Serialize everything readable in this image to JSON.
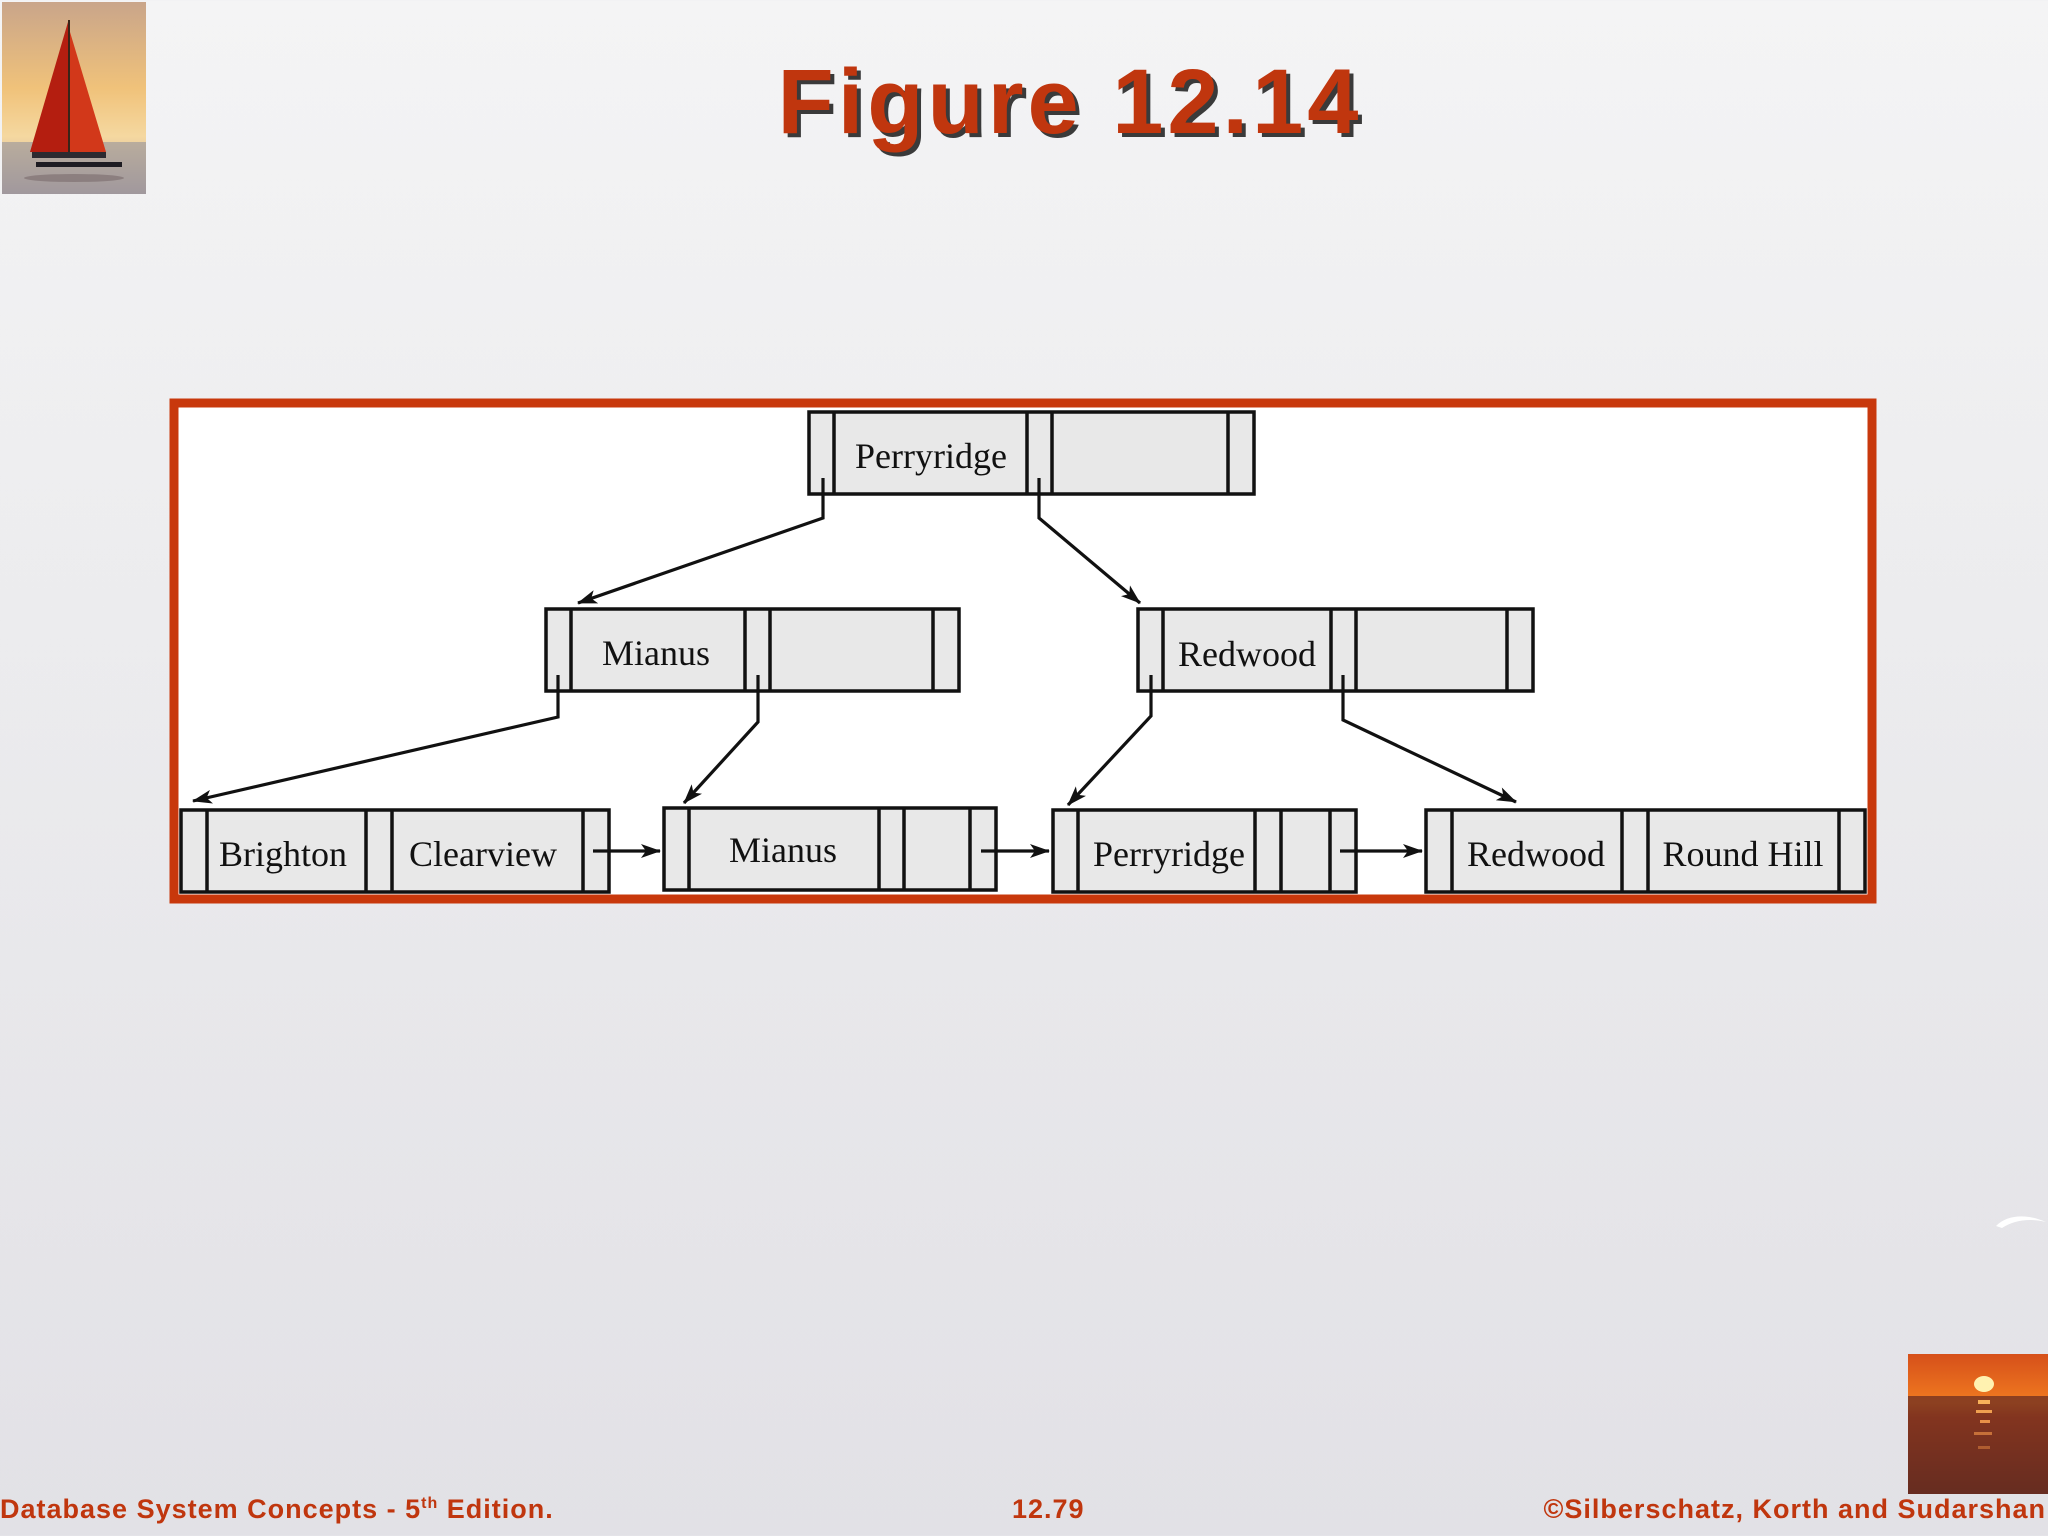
{
  "slide": {
    "title": "Figure 12.14"
  },
  "tree": {
    "root": {
      "keys": [
        "Perryridge",
        ""
      ]
    },
    "internal": [
      {
        "keys": [
          "Mianus",
          ""
        ]
      },
      {
        "keys": [
          "Redwood",
          ""
        ]
      }
    ],
    "leaves": [
      {
        "keys": [
          "Brighton",
          "Clearview"
        ]
      },
      {
        "keys": [
          "Mianus",
          ""
        ]
      },
      {
        "keys": [
          "Perryridge",
          ""
        ]
      },
      {
        "keys": [
          "Redwood",
          "Round Hill"
        ]
      }
    ]
  },
  "footer": {
    "left_prefix": "Database System Concepts - 5",
    "left_sup": "th",
    "left_suffix": " Edition.",
    "center": "12.79",
    "right": "©Silberschatz, Korth and Sudarshan"
  },
  "colors": {
    "accent": "#c0360e",
    "node_fill": "#e8e8e8",
    "frame": "#c8380c"
  },
  "icons": {
    "top_left": "sailboat-sunset-photo",
    "bottom_right": "sea-sunset-photo"
  }
}
